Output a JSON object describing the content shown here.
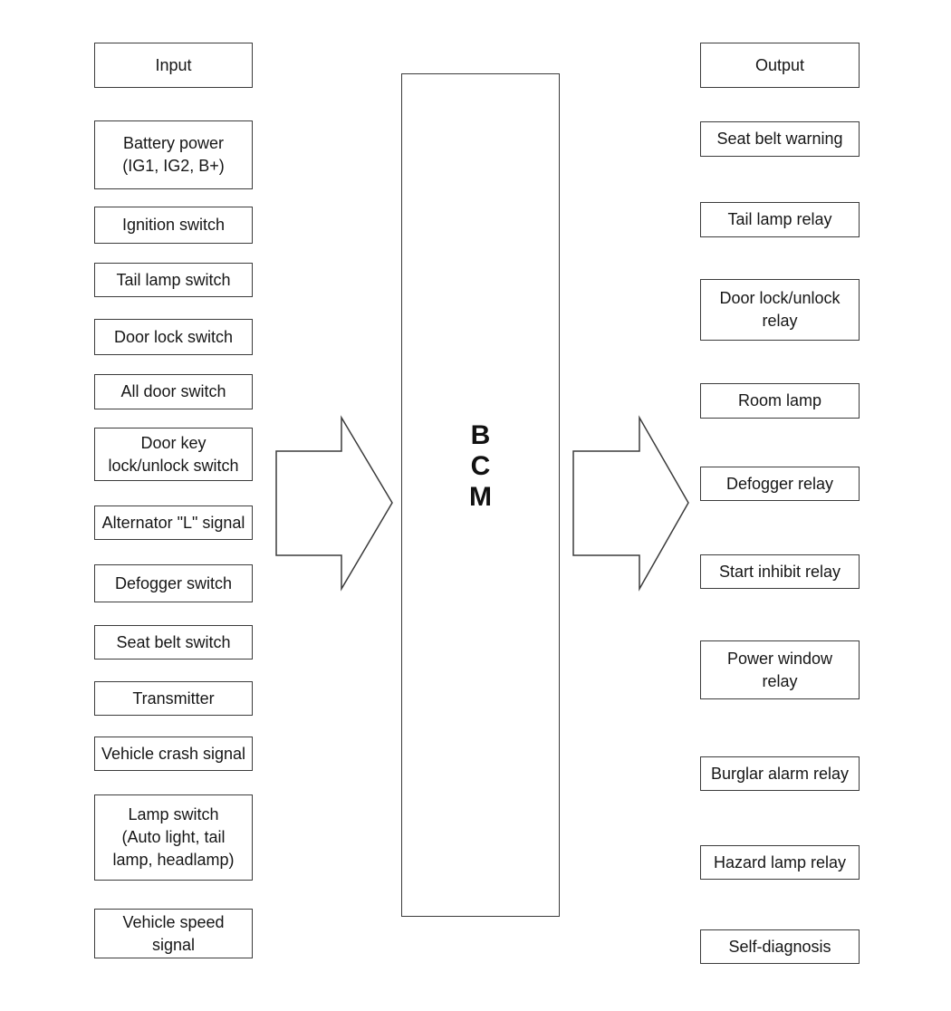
{
  "input_column": {
    "header": "Input",
    "items": [
      "Battery power\n(IG1, IG2, B+)",
      "Ignition switch",
      "Tail lamp switch",
      "Door lock switch",
      "All door switch",
      "Door key\nlock/unlock switch",
      "Alternator \"L\" signal",
      "Defogger switch",
      "Seat belt switch",
      "Transmitter",
      "Vehicle crash signal",
      "Lamp switch\n(Auto light, tail\nlamp, headlamp)",
      "Vehicle speed\nsignal"
    ]
  },
  "controller": {
    "label": "B\nC\nM"
  },
  "output_column": {
    "header": "Output",
    "items": [
      "Seat belt warning",
      "Tail lamp relay",
      "Door lock/unlock\nrelay",
      "Room lamp",
      "Defogger relay",
      "Start inhibit relay",
      "Power window\nrelay",
      "Burglar alarm relay",
      "Hazard lamp relay",
      "Self-diagnosis"
    ]
  },
  "icons": {
    "input_flow": "right-arrow",
    "output_flow": "right-arrow"
  },
  "colors": {
    "background": "#ffffff",
    "border": "#3b3b3b",
    "text": "#161616"
  }
}
